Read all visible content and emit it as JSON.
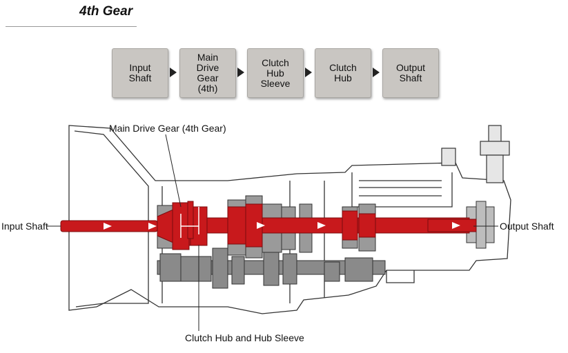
{
  "title": "4th Gear",
  "flow": [
    {
      "label": "Input\nShaft"
    },
    {
      "label": "Main\nDrive\nGear\n(4th)"
    },
    {
      "label": "Clutch\nHub\nSleeve"
    },
    {
      "label": "Clutch\nHub"
    },
    {
      "label": "Output\nShaft"
    }
  ],
  "labels": {
    "main_drive_gear": "Main Drive Gear (4th Gear)",
    "input_shaft": "Input Shaft",
    "output_shaft": "Output Shaft",
    "clutch_hub": "Clutch Hub and Hub Sleeve"
  },
  "colors": {
    "power_flow": "#c8191c",
    "box_fill": "#c9c6c2",
    "housing_line": "#333333",
    "gear_gray": "#8a8a8a"
  }
}
